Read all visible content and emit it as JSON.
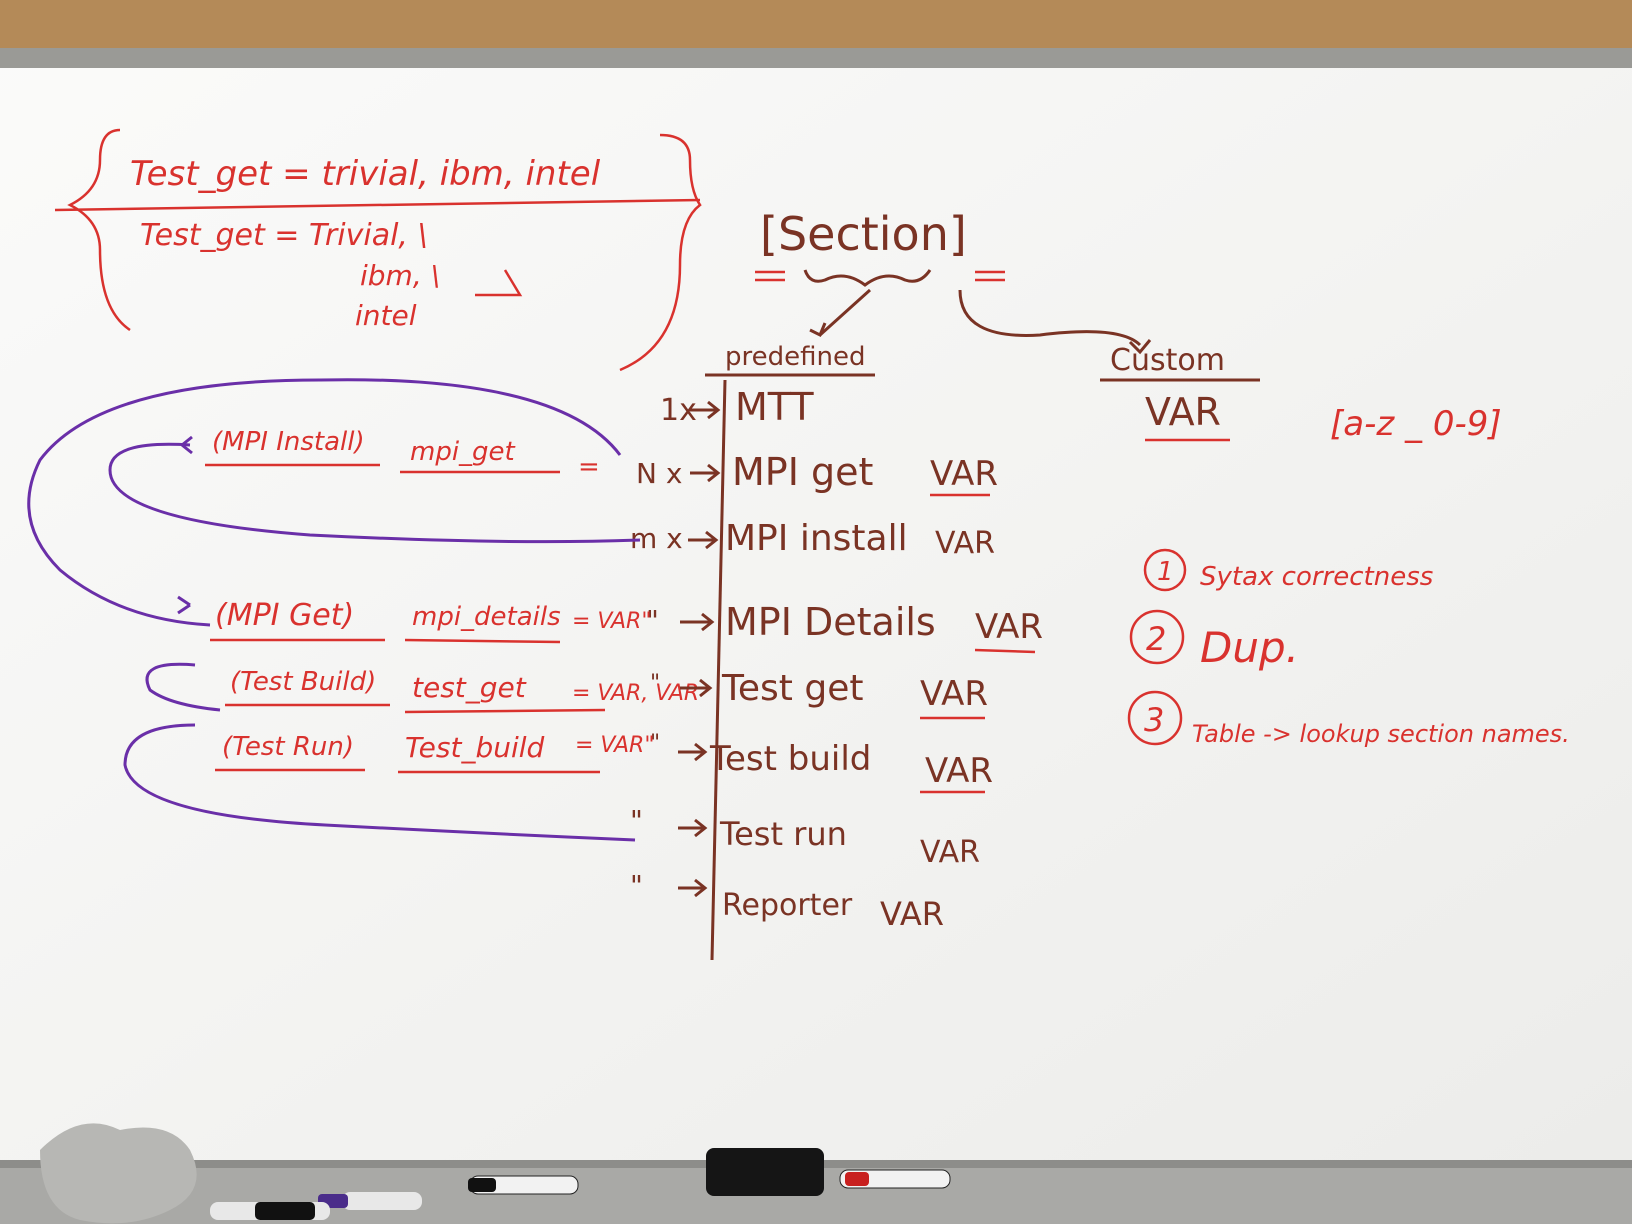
{
  "board": {
    "top_left_note": {
      "line1": "Test_get = trivial, ibm, intel",
      "line2": "Test_get = Trivial, \\",
      "line3": "ibm, \\",
      "line4": "intel"
    },
    "section_header": "[Section]",
    "predefined_label": "predefined",
    "custom_label": "Custom",
    "custom_value": "VAR",
    "regex": "[a-z _ 0-9]",
    "multipliers": [
      "1x",
      "N x",
      "m x",
      "\"",
      "\"",
      "\"",
      "\"",
      "\""
    ],
    "sections": [
      {
        "name": "MTT",
        "var": ""
      },
      {
        "name": "MPI get",
        "var": "VAR"
      },
      {
        "name": "MPI install",
        "var": "VAR"
      },
      {
        "name": "MPI Details",
        "var": "VAR"
      },
      {
        "name": "Test get",
        "var": "VAR"
      },
      {
        "name": "Test build",
        "var": "VAR"
      },
      {
        "name": "Test run",
        "var": "VAR"
      },
      {
        "name": "Reporter",
        "var": "VAR"
      }
    ],
    "mappings": [
      {
        "section": "(MPI Install)",
        "key": "mpi_get",
        "value": "="
      },
      {
        "section": "(MPI Get)",
        "key": "mpi_details",
        "value": "= VAR\""
      },
      {
        "section": "(Test Build)",
        "key": "test_get",
        "value": "= VAR, VAR"
      },
      {
        "section": "(Test Run)",
        "key": "Test_build",
        "value": "= VAR\""
      }
    ],
    "todo": [
      {
        "num": "1",
        "text": "Sytax correctness"
      },
      {
        "num": "2",
        "text": "Dup."
      },
      {
        "num": "3",
        "text": "Table -> lookup section names."
      }
    ]
  },
  "colors": {
    "red_marker": "#d9322e",
    "brown_marker": "#7a3324",
    "purple_marker": "#6a2fa8",
    "board": "#f6f6f4",
    "cork": "#b48a58"
  }
}
